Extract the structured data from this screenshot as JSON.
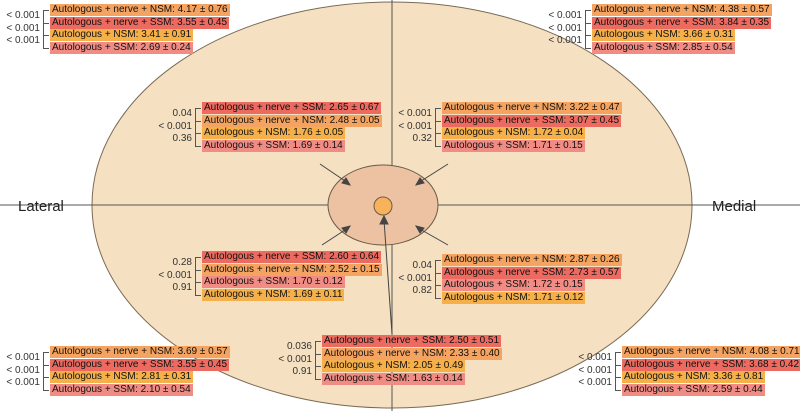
{
  "labels": {
    "lateral": "Lateral",
    "medial": "Medial"
  },
  "colors": {
    "ellipse_fill": "#f5e1c1",
    "inner_fill": "#ecc2a2",
    "nipple_fill": "#f7b25a",
    "nerve_nsm": "#f4a460",
    "nerve_ssm": "#ec6a5f",
    "nsm": "#f5b04a",
    "ssm": "#f08c84"
  },
  "groups": [
    {
      "id": "outer-upper-lateral",
      "rows": [
        {
          "text": "Autologous + nerve + NSM: 4.17 ± 0.76",
          "color": "orange"
        },
        {
          "text": "Autologous + nerve + SSM: 3.55 ± 0.45",
          "color": "red"
        },
        {
          "text": "Autologous + NSM: 3.41 ± 0.91",
          "color": "orange2"
        },
        {
          "text": "Autologous + SSM: 2.69 ± 0.24",
          "color": "pink"
        }
      ],
      "pvalues": [
        "< 0.001",
        "< 0.001",
        "< 0.001"
      ]
    },
    {
      "id": "outer-upper-medial",
      "rows": [
        {
          "text": "Autologous + nerve + NSM: 4.38 ± 0.57",
          "color": "orange"
        },
        {
          "text": "Autologous + nerve + SSM: 3.84 ± 0.35",
          "color": "red"
        },
        {
          "text": "Autologous + NSM: 3.66 ± 0.31",
          "color": "orange2"
        },
        {
          "text": "Autologous + SSM: 2.85 ± 0.54",
          "color": "pink"
        }
      ],
      "pvalues": [
        "< 0.001",
        "< 0.001",
        "< 0.001"
      ]
    },
    {
      "id": "inner-upper-lateral",
      "rows": [
        {
          "text": "Autologous + nerve + SSM: 2.65 ± 0.67",
          "color": "red"
        },
        {
          "text": "Autologous + nerve + NSM: 2.48 ± 0.05",
          "color": "orange"
        },
        {
          "text": "Autologous + NSM: 1.76 ± 0.05",
          "color": "orange2"
        },
        {
          "text": "Autologous + SSM: 1.69 ± 0.14",
          "color": "pink"
        }
      ],
      "pvalues": [
        "0.04",
        "< 0.001",
        "0.36"
      ]
    },
    {
      "id": "inner-upper-medial",
      "rows": [
        {
          "text": "Autologous + nerve + NSM: 3.22 ± 0.47",
          "color": "orange"
        },
        {
          "text": "Autologous + nerve + SSM: 3.07 ± 0.45",
          "color": "red"
        },
        {
          "text": "Autologous + NSM: 1.72 ± 0.04",
          "color": "orange2"
        },
        {
          "text": "Autologous + SSM: 1.71 ± 0.15",
          "color": "pink"
        }
      ],
      "pvalues": [
        "< 0.001",
        "< 0.001",
        "0.32"
      ]
    },
    {
      "id": "inner-lower-lateral",
      "rows": [
        {
          "text": "Autologous + nerve + SSM: 2.60 ± 0.64",
          "color": "red"
        },
        {
          "text": "Autologous + nerve + NSM: 2.52 ± 0.15",
          "color": "orange"
        },
        {
          "text": "Autologous + SSM: 1.70 ± 0.12",
          "color": "pink"
        },
        {
          "text": "Autologous + NSM: 1.69 ± 0.11",
          "color": "orange2"
        }
      ],
      "pvalues": [
        "0.28",
        "< 0.001",
        "0.91"
      ]
    },
    {
      "id": "inner-lower-medial",
      "rows": [
        {
          "text": "Autologous + nerve + NSM: 2.87 ± 0.26",
          "color": "orange"
        },
        {
          "text": "Autologous + nerve + SSM: 2.73 ± 0.57",
          "color": "red"
        },
        {
          "text": "Autologous + SSM: 1.72 ± 0.15",
          "color": "pink"
        },
        {
          "text": "Autologous + NSM: 1.71 ± 0.12",
          "color": "orange2"
        }
      ],
      "pvalues": [
        "0.04",
        "< 0.001",
        "0.82"
      ]
    },
    {
      "id": "nipple-areola",
      "rows": [
        {
          "text": "Autologous + nerve + SSM: 2.50 ± 0.51",
          "color": "red"
        },
        {
          "text": "Autologous + nerve + NSM: 2.33 ± 0.40",
          "color": "orange"
        },
        {
          "text": "Autologous + NSM: 2.05 ± 0.49",
          "color": "orange2"
        },
        {
          "text": "Autologous + SSM: 1.63 ± 0.14",
          "color": "pink"
        }
      ],
      "pvalues": [
        "0.036",
        "< 0.001",
        "0.91"
      ]
    },
    {
      "id": "outer-lower-lateral",
      "rows": [
        {
          "text": "Autologous + nerve + NSM: 3.69 ± 0.57",
          "color": "orange"
        },
        {
          "text": "Autologous + nerve + SSM: 3.55 ± 0.45",
          "color": "red"
        },
        {
          "text": "Autologous + NSM: 2.81 ± 0.31",
          "color": "orange2"
        },
        {
          "text": "Autologous + SSM: 2.10 ± 0.54",
          "color": "pink"
        }
      ],
      "pvalues": [
        "< 0.001",
        "< 0.001",
        "< 0.001"
      ]
    },
    {
      "id": "outer-lower-medial",
      "rows": [
        {
          "text": "Autologous + nerve + NSM: 4.08 ± 0.71",
          "color": "orange"
        },
        {
          "text": "Autologous + nerve + SSM: 3.68 ± 0.42",
          "color": "red"
        },
        {
          "text": "Autologous + NSM: 3.36 ± 0.81",
          "color": "orange2"
        },
        {
          "text": "Autologous + SSM: 2.59 ± 0.44",
          "color": "pink"
        }
      ],
      "pvalues": [
        "< 0.001",
        "< 0.001",
        "< 0.001"
      ]
    }
  ]
}
